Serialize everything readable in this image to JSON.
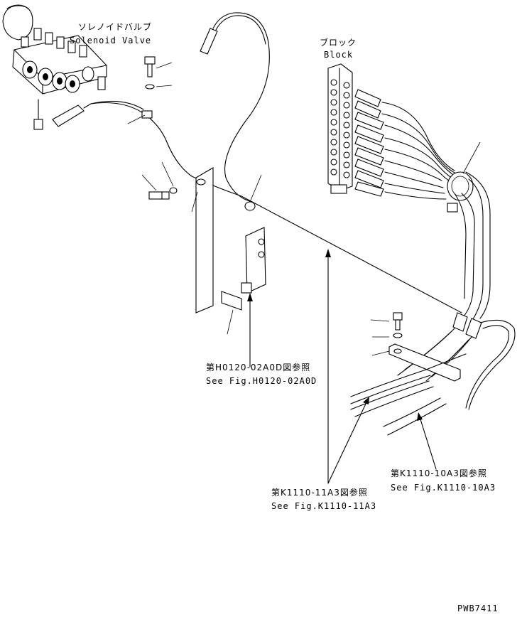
{
  "labels": {
    "solenoid_valve_jp": "ソレノイドバルブ",
    "solenoid_valve_en": "Solenoid Valve",
    "block_jp": "ブロック",
    "block_en": "Block",
    "ref_h0120_jp": "第H0120-02A0D図参照",
    "ref_h0120_en": "See Fig.H0120-02A0D",
    "ref_k1110_11a3_jp": "第K1110-11A3図参照",
    "ref_k1110_11a3_en": "See Fig.K1110-11A3",
    "ref_k1110_10a3_jp": "第K1110-10A3図参照",
    "ref_k1110_10a3_en": "See Fig.K1110-10A3",
    "drawing_code": "PWB7411"
  }
}
